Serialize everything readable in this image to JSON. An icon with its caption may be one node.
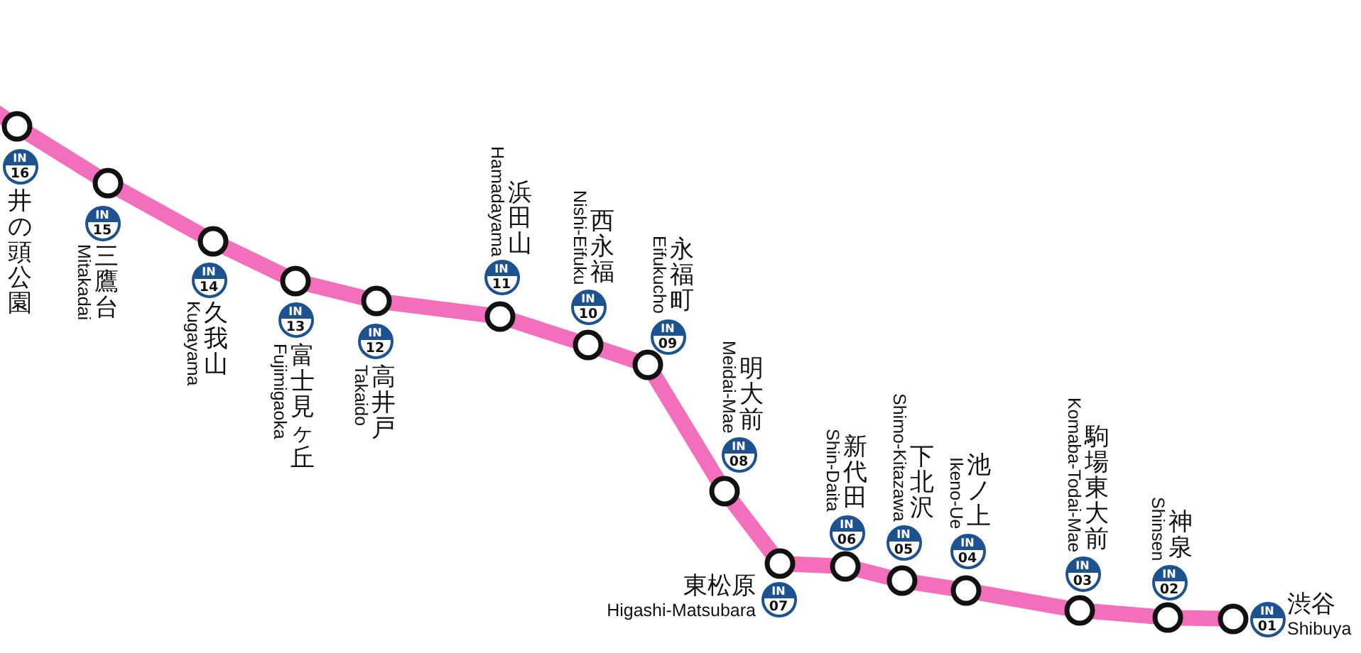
{
  "diagram": {
    "nodes": [
      {
        "text": [],
        "shape": "circle"
      },
      {
        "text": [
          "IN",
          "16"
        ],
        "beside": [
          "井の頭公園"
        ]
      },
      {
        "text": [],
        "shape": "circle"
      },
      {
        "text": [
          "IN",
          "15"
        ],
        "beside": [
          "三鷹台",
          "Mitakadai"
        ]
      },
      {
        "text": [],
        "shape": "circle"
      },
      {
        "text": [
          "IN",
          "14"
        ],
        "beside": [
          "久我山",
          "Kugayama"
        ]
      },
      {
        "text": [],
        "shape": "circle"
      },
      {
        "text": [
          "IN",
          "13"
        ],
        "beside": [
          "富士見ヶ丘",
          "Fujimigaoka"
        ]
      },
      {
        "text": [],
        "shape": "circle"
      },
      {
        "text": [
          "IN",
          "12"
        ],
        "beside": [
          "高井戸",
          "Takaido"
        ]
      },
      {
        "text": [],
        "shape": "circle"
      },
      {
        "text": [
          "IN",
          "11"
        ],
        "beside": [
          "浜田山",
          "Hamadayama"
        ]
      },
      {
        "text": [],
        "shape": "circle"
      },
      {
        "text": [
          "IN",
          "10"
        ],
        "beside": [
          "西永福",
          "Nishi-Eifuku"
        ]
      },
      {
        "text": [],
        "shape": "circle"
      },
      {
        "text": [
          "IN",
          "09"
        ],
        "beside": [
          "永福町",
          "Eifukucho"
        ]
      },
      {
        "text": [],
        "shape": "circle"
      },
      {
        "text": [
          "IN",
          "08"
        ],
        "beside": [
          "明大前",
          "Meidai-Mae"
        ]
      },
      {
        "text": [],
        "shape": "circle"
      },
      {
        "text": [
          "IN",
          "07"
        ],
        "beside": [
          "東松原",
          "Higashi-Matsubara"
        ]
      },
      {
        "text": [],
        "shape": "circle"
      },
      {
        "text": [
          "IN",
          "06"
        ],
        "beside": [
          "新代田",
          "Shin-Daita"
        ]
      },
      {
        "text": [],
        "shape": "circle"
      },
      {
        "text": [
          "IN",
          "05"
        ],
        "beside": [
          "下北沢",
          "Shimo-Kitazawa"
        ]
      },
      {
        "text": [],
        "shape": "circle"
      },
      {
        "text": [
          "IN",
          "04"
        ],
        "beside": [
          "池ノ上",
          "Ikeno-Ue"
        ]
      },
      {
        "text": [],
        "shape": "circle"
      },
      {
        "text": [
          "IN",
          "03"
        ],
        "beside": [
          "駒場東大前",
          "Komaba-Todai-Mae"
        ]
      },
      {
        "text": [],
        "shape": "circle"
      },
      {
        "text": [
          "IN",
          "02"
        ],
        "beside": [
          "神泉",
          "Shinsen"
        ]
      },
      {
        "text": [],
        "shape": "circle"
      },
      {
        "text": [
          "IN",
          "01"
        ],
        "beside": [
          "渋谷",
          "Shibuya"
        ]
      }
    ],
    "edges": [
      {
        "from": null,
        "to": 0,
        "arrow": "none"
      },
      {
        "from": 0,
        "to": 2,
        "arrow": "none"
      },
      {
        "from": 2,
        "to": 4,
        "arrow": "none"
      },
      {
        "from": 4,
        "to": 6,
        "arrow": "none"
      },
      {
        "from": 6,
        "to": 8,
        "arrow": "none"
      },
      {
        "from": 8,
        "to": 10,
        "arrow": "none"
      },
      {
        "from": 10,
        "to": 12,
        "arrow": "none"
      },
      {
        "from": 12,
        "to": 14,
        "arrow": "none"
      },
      {
        "from": 14,
        "to": 16,
        "arrow": "none"
      },
      {
        "from": 16,
        "to": 18,
        "arrow": "none"
      },
      {
        "from": 18,
        "to": 20,
        "arrow": "none"
      },
      {
        "from": 20,
        "to": 22,
        "arrow": "none"
      },
      {
        "from": 22,
        "to": 24,
        "arrow": "none"
      },
      {
        "from": 24,
        "to": 26,
        "arrow": "none"
      },
      {
        "from": 26,
        "to": 28,
        "arrow": "none"
      },
      {
        "from": 28,
        "to": 30,
        "arrow": "none"
      }
    ]
  }
}
